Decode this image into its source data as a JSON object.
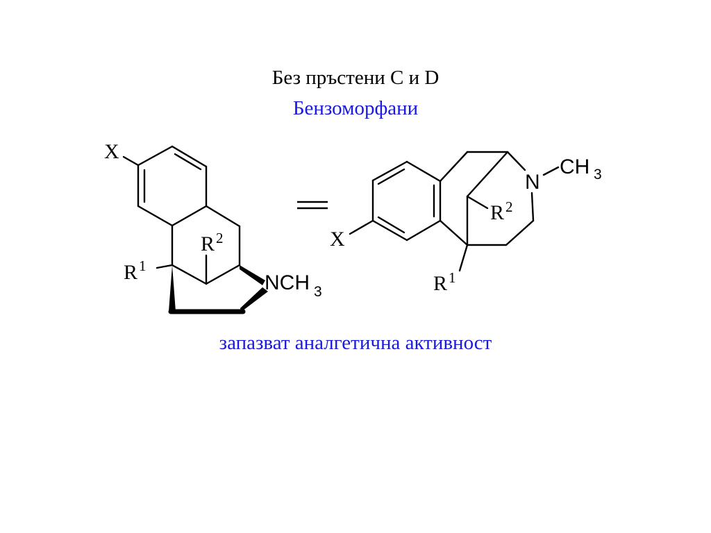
{
  "heading": "Без пръстени C и D",
  "subheading": "Бензоморфани",
  "caption": "запазват аналгетична активност",
  "colors": {
    "text": "#000000",
    "accent_blue": "#1a1adc"
  },
  "left_structure": {
    "x_label": "X",
    "r1_label": "R",
    "r1_sup": "1",
    "r2_label": "R",
    "r2_sup": "2",
    "n_label": "NCH",
    "n_sub": "3"
  },
  "equals_sign": "=",
  "right_structure": {
    "x_label": "X",
    "r1_label": "R",
    "r1_sup": "1",
    "r2_label": "R",
    "r2_sup": "2",
    "n_label": "N",
    "ch3_label": "CH",
    "ch3_sub": "3"
  }
}
